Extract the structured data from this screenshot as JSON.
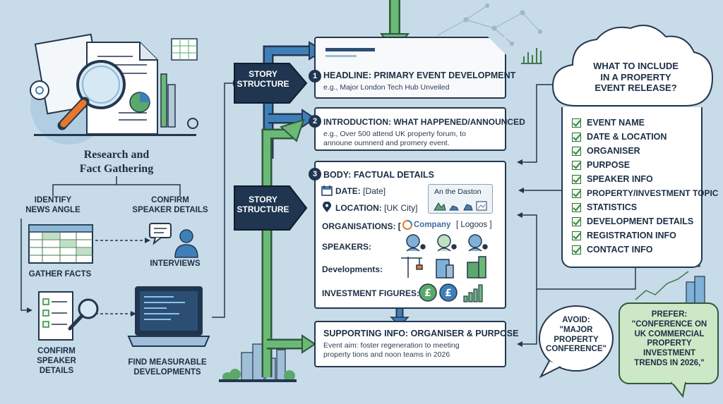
{
  "research": {
    "title_line1": "Research and",
    "title_line2": "Fact Gathering",
    "identify_line1": "IDENTIFY",
    "identify_line2": "NEWS ANGLE",
    "confirm_top_line1": "CONFIRM",
    "confirm_top_line2": "SPEAKER DETAILS",
    "gather": "GATHER FACTS",
    "interviews": "INTERVIEWS",
    "confirm_bottom_line1": "CONFIRM",
    "confirm_bottom_line2": "SPEAKER",
    "confirm_bottom_line3": "DETAILS",
    "find_line1": "FIND MEASURABLE",
    "find_line2": "DEVELOPMENTS"
  },
  "story": {
    "label_top_line1": "STORY",
    "label_top_line2": "STRUCTURE",
    "label_bottom_line1": "STORY",
    "label_bottom_line2": "STRUCTURE"
  },
  "sections": {
    "headline": {
      "num": "1",
      "title": "HEADLINE: PRIMARY EVENT DEVELOPMENT",
      "example": "e.g., Major London Tech Hub Unveiled"
    },
    "intro": {
      "num": "2",
      "title": "INTRODUCTION: WHAT HAPPENED/ANNOUNCED",
      "example_line1": "e.g., Over 500 attend UK property forum, to",
      "example_line2": "announe oumnerd and promery event."
    },
    "body": {
      "num": "3",
      "title": "BODY: FACTUAL DETAILS",
      "date_label": "DATE:",
      "date_value": "[Date]",
      "map_label": "An the Daston",
      "location_label": "LOCATION:",
      "location_value": "[UK City]",
      "orgs_label": "ORGANISATIONS: [",
      "orgs_company": "Company",
      "orgs_logos": "[ Logoos ]",
      "speakers_label": "SPEAKERS:",
      "developments_label": "Developments:",
      "investment_label": "INVESTMENT FIGURES:"
    },
    "supporting": {
      "title": "SUPPORTING INFO: ORGANISER & PURPOSE",
      "text_line1": "Event aim: foster regeneration to meeting",
      "text_line2": "property tions and noon teams in 2026"
    }
  },
  "checklist": {
    "title_line1": "WHAT TO INCLUDE",
    "title_line2": "IN A PROPERTY",
    "title_line3": "EVENT RELEASE?",
    "items": [
      "EVENT NAME",
      "DATE & LOCATION",
      "ORGANISER",
      "PURPOSE",
      "SPEAKER INFO",
      "PROPERTY/INVESTMENT TOPIC",
      "STATISTICS",
      "DEVELOPMENT DETAILS",
      "REGISTRATION INFO",
      "CONTACT INFO"
    ]
  },
  "avoid": {
    "line1": "AVOID:",
    "line2": "\"MAJOR",
    "line3": "PROPERTY",
    "line4": "CONFERENCE\""
  },
  "prefer": {
    "line1": "PREFER:",
    "line2": "\"CONFERENCE ON",
    "line3": "UK COMMERCIAL",
    "line4": "PROPERTY",
    "line5": "INVESTMENT",
    "line6": "TRENDS IN 2026,\""
  },
  "colors": {
    "background": "#c7dbe8",
    "navy": "#1f3550",
    "green": "#5aa96a",
    "blue_arrow": "#3f7fb8",
    "orange": "#e8772e"
  }
}
